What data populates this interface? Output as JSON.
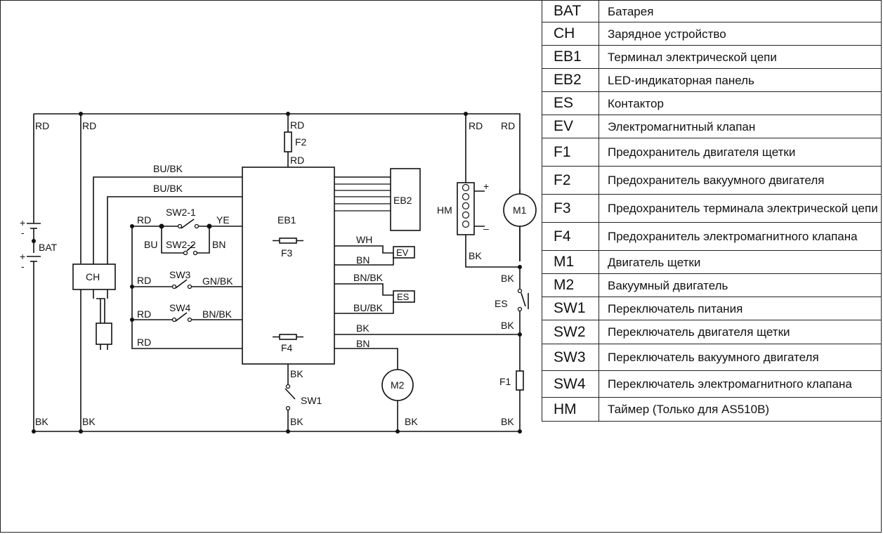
{
  "diagram": {
    "wire_labels": {
      "rd_left": "RD",
      "rd_second": "RD",
      "rd_f2_top": "RD",
      "f2": "F2",
      "rd_f2_bottom": "RD",
      "rd_hm": "RD",
      "rd_right": "RD",
      "bu_bk_1": "BU/BK",
      "bu_bk_2": "BU/BK",
      "sw2_1": "SW2-1",
      "sw2_2": "SW2-2",
      "rd_sw2": "RD",
      "ye": "YE",
      "bu": "BU",
      "bn_sw2": "BN",
      "sw3": "SW3",
      "rd_sw3": "RD",
      "gn_bk": "GN/BK",
      "sw4": "SW4",
      "rd_sw4": "RD",
      "bn_bk_sw4": "BN/BK",
      "rd_bottom": "RD",
      "wh": "WH",
      "bn_ev": "BN",
      "bn_bk_es": "BN/BK",
      "bu_bk_es": "BU/BK",
      "bk_eb1": "BK",
      "bn_m2": "BN",
      "bk_sw1": "BK",
      "sw1": "SW1",
      "bk_hm": "BK",
      "bk_es_top": "BK",
      "es": "ES",
      "bk_es_bottom": "BK",
      "f1": "F1",
      "bk_left": "BK",
      "bk_second": "BK",
      "bk_sw1_bottom": "BK",
      "bk_m2": "BK",
      "bk_right": "BK",
      "bat": "BAT",
      "plus1": "+",
      "minus1": "-",
      "plus2": "+",
      "minus2": "-",
      "hm_plus": "+",
      "hm_minus": "–"
    },
    "components": {
      "eb1": "EB1",
      "f3": "F3",
      "f4": "F4",
      "eb2": "EB2",
      "ev": "EV",
      "es_box": "ES",
      "hm": "HM",
      "m1": "M1",
      "m2": "M2",
      "ch": "CH"
    }
  },
  "legend": [
    {
      "code": "BAT",
      "desc": "Батарея"
    },
    {
      "code": "CH",
      "desc": "Зарядное устройство"
    },
    {
      "code": "EB1",
      "desc": "Терминал электрической цепи"
    },
    {
      "code": "EB2",
      "desc": "LED-индикаторная панель"
    },
    {
      "code": "ES",
      "desc": "Контактор"
    },
    {
      "code": "EV",
      "desc": "Электромагнитный клапан"
    },
    {
      "code": "F1",
      "desc": "Предохранитель двигателя щетки"
    },
    {
      "code": "F2",
      "desc": "Предохранитель вакуумного двигателя"
    },
    {
      "code": "F3",
      "desc": "Предохранитель терминала электрической цепи"
    },
    {
      "code": "F4",
      "desc": "Предохранитель электромагнитного клапана"
    },
    {
      "code": "M1",
      "desc": "Двигатель щетки"
    },
    {
      "code": "M2",
      "desc": "Вакуумный двигатель"
    },
    {
      "code": "SW1",
      "desc": "Переключатель питания"
    },
    {
      "code": "SW2",
      "desc": "Переключатель двигателя щетки"
    },
    {
      "code": "SW3",
      "desc": "Переключатель вакуумного двигателя"
    },
    {
      "code": "SW4",
      "desc": "Переключатель электромагнитного клапана"
    },
    {
      "code": "HM",
      "desc": "Таймер (Только для AS510B)"
    }
  ]
}
